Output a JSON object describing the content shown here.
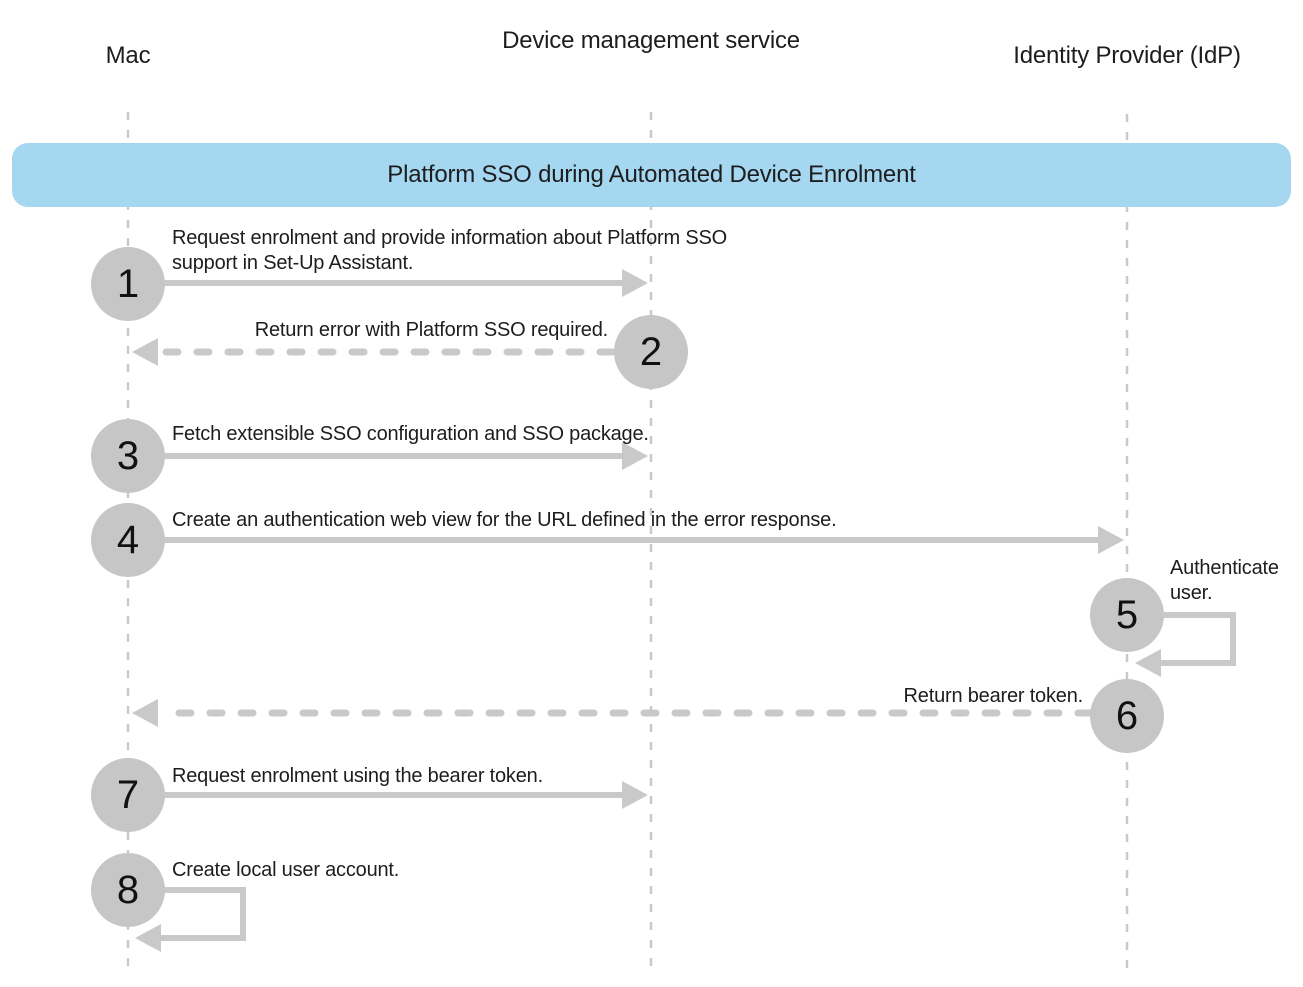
{
  "title": "Platform SSO during Automated Device Enrolment",
  "diagram_type": "sequence",
  "actors": [
    {
      "id": "mac",
      "name": "Mac"
    },
    {
      "id": "dms",
      "name": "Device management service"
    },
    {
      "id": "idp",
      "name": "Identity Provider (IdP)"
    }
  ],
  "banner": {
    "title": "Platform SSO during Automated Device Enrolment"
  },
  "steps": [
    {
      "num": "1",
      "label": "Request enrolment and provide information about Platform SSO support in Set-Up Assistant.",
      "from": "Mac",
      "to": "Device management service",
      "line": "solid",
      "kind": "message"
    },
    {
      "num": "2",
      "label": "Return error with Platform SSO required.",
      "from": "Device management service",
      "to": "Mac",
      "line": "dashed",
      "kind": "return"
    },
    {
      "num": "3",
      "label": "Fetch extensible SSO configuration and SSO package.",
      "from": "Mac",
      "to": "Device management service",
      "line": "solid",
      "kind": "message"
    },
    {
      "num": "4",
      "label": "Create an authentication web view for the URL defined in the error response.",
      "from": "Mac",
      "to": "Identity Provider (IdP)",
      "line": "solid",
      "kind": "message"
    },
    {
      "num": "5",
      "label": "Authenticate user.",
      "from": "Identity Provider (IdP)",
      "to": "Identity Provider (IdP)",
      "line": "solid",
      "kind": "self-loop"
    },
    {
      "num": "6",
      "label": "Return bearer token.",
      "from": "Identity Provider (IdP)",
      "to": "Mac",
      "line": "dashed",
      "kind": "return"
    },
    {
      "num": "7",
      "label": "Request enrolment using the bearer token.",
      "from": "Mac",
      "to": "Device management service",
      "line": "solid",
      "kind": "message"
    },
    {
      "num": "8",
      "label": "Create local user account.",
      "from": "Mac",
      "to": "Mac",
      "line": "solid",
      "kind": "self-loop"
    }
  ],
  "colors": {
    "banner_bg": "#a5d8f0",
    "circle_gray": "#c6c6c6",
    "arrow_gray": "#c9c9c9",
    "line_gray": "#c9c9c9",
    "text": "#1d1d1f",
    "background": "#ffffff"
  }
}
